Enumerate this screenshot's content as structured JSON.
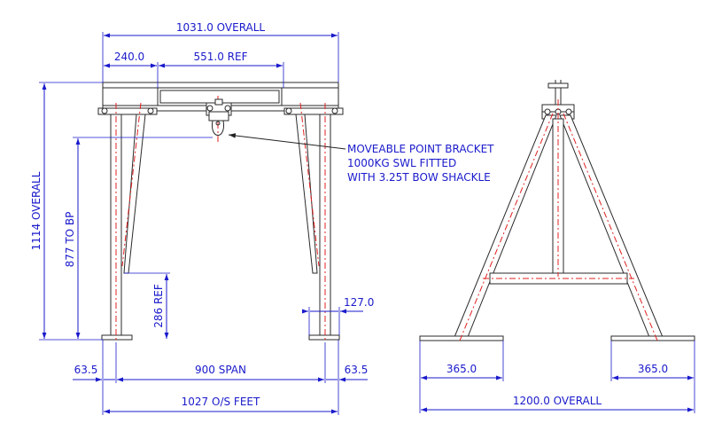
{
  "front_view": {
    "overall_width": "1031.0 OVERALL",
    "offset": "240.0",
    "reference_length": "551.0 REF",
    "overall_height": "1114 OVERALL",
    "height_to_bp": "877 TO BP",
    "brace_height": "286 REF",
    "foot_width": "127.0",
    "left_overhang": "63.5",
    "span": "900 SPAN",
    "right_overhang": "63.5",
    "feet_span": "1027 O/S FEET"
  },
  "callout": {
    "line1": "MOVEABLE POINT BRACKET",
    "line2": "1000KG SWL FITTED",
    "line3": "WITH 3.25T BOW SHACKLE"
  },
  "side_view": {
    "left_foot": "365.0",
    "right_foot": "365.0",
    "overall_base": "1200.0 OVERALL"
  },
  "colors": {
    "dimension": "#1a1acc",
    "centerline": "#e02020",
    "steel": "#2a2a2a"
  }
}
